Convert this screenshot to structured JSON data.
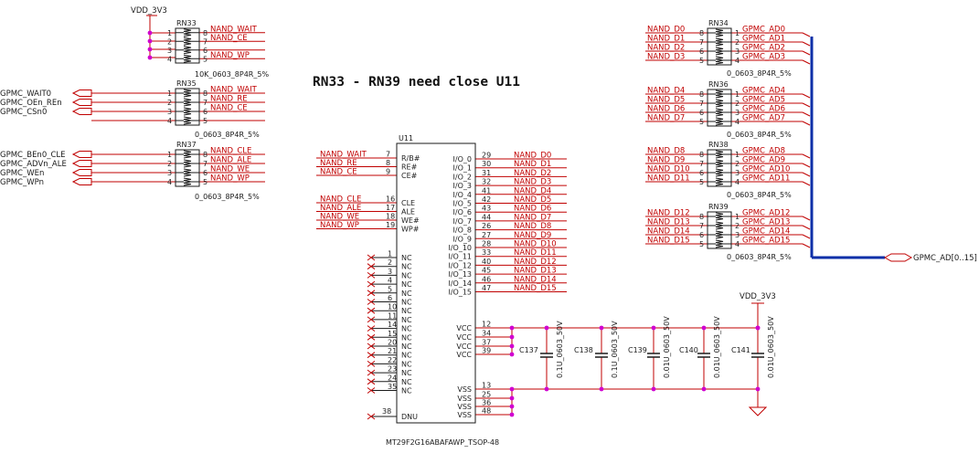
{
  "title": "RN33 - RN39 need close U11",
  "colors": {
    "wire": "#c00000",
    "body": "#1a1a1a",
    "junction": "#d000d0",
    "bus": "#0b2fa8"
  },
  "power_label": "VDD_3V3",
  "rn33": {
    "ref": "RN33",
    "value": "10K_0603_8P4R_5%",
    "left_pins": [
      "1",
      "2",
      "3",
      "4"
    ],
    "right_pins": [
      "8",
      "7",
      "6",
      "5"
    ],
    "right_nets": [
      "NAND_WAIT",
      "NAND_CE",
      "",
      "NAND_WP"
    ]
  },
  "rn35": {
    "ref": "RN35",
    "value": "0_0603_8P4R_5%",
    "left_pins": [
      "1",
      "2",
      "3",
      "4"
    ],
    "right_pins": [
      "8",
      "7",
      "6",
      "5"
    ],
    "left_nets": [
      "GPMC_WAIT0",
      "GPMC_OEn_REn",
      "GPMC_CSn0",
      ""
    ],
    "right_nets": [
      "NAND_WAIT",
      "NAND_RE",
      "NAND_CE",
      ""
    ]
  },
  "rn37": {
    "ref": "RN37",
    "value": "0_0603_8P4R_5%",
    "left_pins": [
      "1",
      "2",
      "3",
      "4"
    ],
    "right_pins": [
      "8",
      "7",
      "6",
      "5"
    ],
    "left_nets": [
      "GPMC_BEn0_CLE",
      "GPMC_ADVn_ALE",
      "GPMC_WEn",
      "GPMC_WPn"
    ],
    "right_nets": [
      "NAND_CLE",
      "NAND_ALE",
      "NAND_WE",
      "NAND_WP"
    ]
  },
  "rn_right": [
    {
      "ref": "RN34",
      "value": "0_0603_8P4R_5%",
      "left_nets": [
        "NAND_D0",
        "NAND_D1",
        "NAND_D2",
        "NAND_D3"
      ],
      "right_nets": [
        "GPMC_AD0",
        "GPMC_AD1",
        "GPMC_AD2",
        "GPMC_AD3"
      ]
    },
    {
      "ref": "RN36",
      "value": "0_0603_8P4R_5%",
      "left_nets": [
        "NAND_D4",
        "NAND_D5",
        "NAND_D6",
        "NAND_D7"
      ],
      "right_nets": [
        "GPMC_AD4",
        "GPMC_AD5",
        "GPMC_AD6",
        "GPMC_AD7"
      ]
    },
    {
      "ref": "RN38",
      "value": "0_0603_8P4R_5%",
      "left_nets": [
        "NAND_D8",
        "NAND_D9",
        "NAND_D10",
        "NAND_D11"
      ],
      "right_nets": [
        "GPMC_AD8",
        "GPMC_AD9",
        "GPMC_AD10",
        "GPMC_AD11"
      ]
    },
    {
      "ref": "RN39",
      "value": "0_0603_8P4R_5%",
      "left_nets": [
        "NAND_D12",
        "NAND_D13",
        "NAND_D14",
        "NAND_D15"
      ],
      "right_nets": [
        "GPMC_AD12",
        "GPMC_AD13",
        "GPMC_AD14",
        "GPMC_AD15"
      ]
    }
  ],
  "rn_right_left_pins": [
    "8",
    "7",
    "6",
    "5"
  ],
  "rn_right_right_pins": [
    "1",
    "2",
    "3",
    "4"
  ],
  "bus_label": "GPMC_AD[0..15]",
  "u11": {
    "ref": "U11",
    "part": "MT29F2G16ABAFAWP_TSOP-48",
    "ctrl1": [
      {
        "net": "NAND_WAIT",
        "pin": "7",
        "name": "R/B#"
      },
      {
        "net": "NAND_RE",
        "pin": "8",
        "name": "RE#"
      },
      {
        "net": "NAND_CE",
        "pin": "9",
        "name": "CE#"
      }
    ],
    "ctrl2": [
      {
        "net": "NAND_CLE",
        "pin": "16",
        "name": "CLE"
      },
      {
        "net": "NAND_ALE",
        "pin": "17",
        "name": "ALE"
      },
      {
        "net": "NAND_WE",
        "pin": "18",
        "name": "WE#"
      },
      {
        "net": "NAND_WP",
        "pin": "19",
        "name": "WP#"
      }
    ],
    "nc_pins": [
      "1",
      "2",
      "3",
      "4",
      "5",
      "6",
      "10",
      "11",
      "14",
      "15",
      "20",
      "21",
      "22",
      "23",
      "24",
      "35"
    ],
    "nc_name": "NC",
    "dnu": {
      "pin": "38",
      "name": "DNU"
    },
    "io": [
      {
        "pin": "29",
        "name": "I/O_0",
        "net": "NAND_D0"
      },
      {
        "pin": "30",
        "name": "I/O_1",
        "net": "NAND_D1"
      },
      {
        "pin": "31",
        "name": "I/O_2",
        "net": "NAND_D2"
      },
      {
        "pin": "32",
        "name": "I/O_3",
        "net": "NAND_D3"
      },
      {
        "pin": "41",
        "name": "I/O_4",
        "net": "NAND_D4"
      },
      {
        "pin": "42",
        "name": "I/O_5",
        "net": "NAND_D5"
      },
      {
        "pin": "43",
        "name": "I/O_6",
        "net": "NAND_D6"
      },
      {
        "pin": "44",
        "name": "I/O_7",
        "net": "NAND_D7"
      },
      {
        "pin": "26",
        "name": "I/O_8",
        "net": "NAND_D8"
      },
      {
        "pin": "27",
        "name": "I/O_9",
        "net": "NAND_D9"
      },
      {
        "pin": "28",
        "name": "I/O_10",
        "net": "NAND_D10"
      },
      {
        "pin": "33",
        "name": "I/O_11",
        "net": "NAND_D11"
      },
      {
        "pin": "40",
        "name": "I/O_12",
        "net": "NAND_D12"
      },
      {
        "pin": "45",
        "name": "I/O_13",
        "net": "NAND_D13"
      },
      {
        "pin": "46",
        "name": "I/O_14",
        "net": "NAND_D14"
      },
      {
        "pin": "47",
        "name": "I/O_15",
        "net": "NAND_D15"
      }
    ],
    "vcc": [
      {
        "pin": "12",
        "name": "VCC"
      },
      {
        "pin": "34",
        "name": "VCC"
      },
      {
        "pin": "37",
        "name": "VCC"
      },
      {
        "pin": "39",
        "name": "VCC"
      }
    ],
    "vss": [
      {
        "pin": "13",
        "name": "VSS"
      },
      {
        "pin": "25",
        "name": "VSS"
      },
      {
        "pin": "36",
        "name": "VSS"
      },
      {
        "pin": "48",
        "name": "VSS"
      }
    ]
  },
  "caps": [
    {
      "ref": "C137",
      "value": "0.1U_0603_50V"
    },
    {
      "ref": "C138",
      "value": "0.1U_0603_50V"
    },
    {
      "ref": "C139",
      "value": "0.01U_0603_50V"
    },
    {
      "ref": "C140",
      "value": "0.01U_0603_50V"
    },
    {
      "ref": "C141",
      "value": "0.01U_0603_50V"
    }
  ]
}
